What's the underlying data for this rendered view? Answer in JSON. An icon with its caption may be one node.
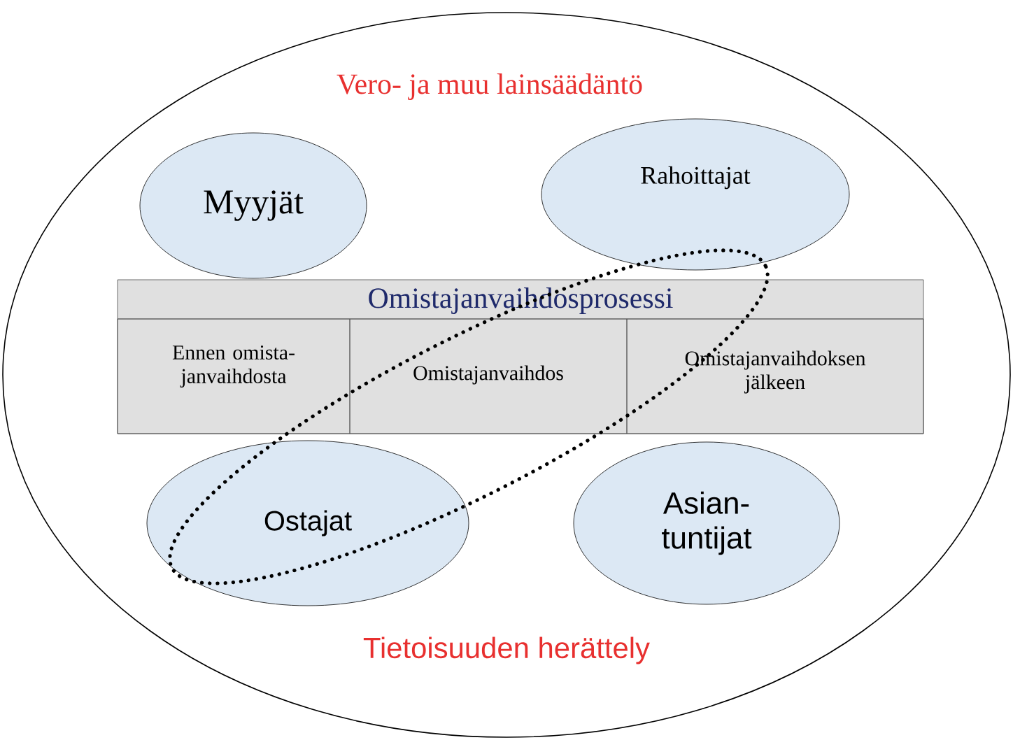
{
  "diagram": {
    "nodes": [
      {
        "text": [
          "Vero- ja muu lainsäädäntö",
          "Tietoisuuden herättely"
        ]
      },
      {
        "text": [
          "Myyjät"
        ],
        "in": 0
      },
      {
        "text": [
          "Rahoittajat"
        ],
        "in": 0
      },
      {
        "text": [
          "Omistajanvaihdosprosessi"
        ],
        "in": 0
      },
      {
        "text": [
          "Ennen omista- janvaihdosta"
        ],
        "in": 3
      },
      {
        "text": [
          "Omistajanvaihdos"
        ]
      },
      {
        "text": [
          "Omistajanvaihdoksen jälkeen"
        ],
        "in": 3
      },
      {
        "text": [
          "Ostajat"
        ],
        "in": 0
      },
      {
        "text": [
          "Asian- tuntijat"
        ],
        "in": 0
      },
      {
        "text": [],
        "shape": "ellipse",
        "in": 0
      }
    ]
  }
}
